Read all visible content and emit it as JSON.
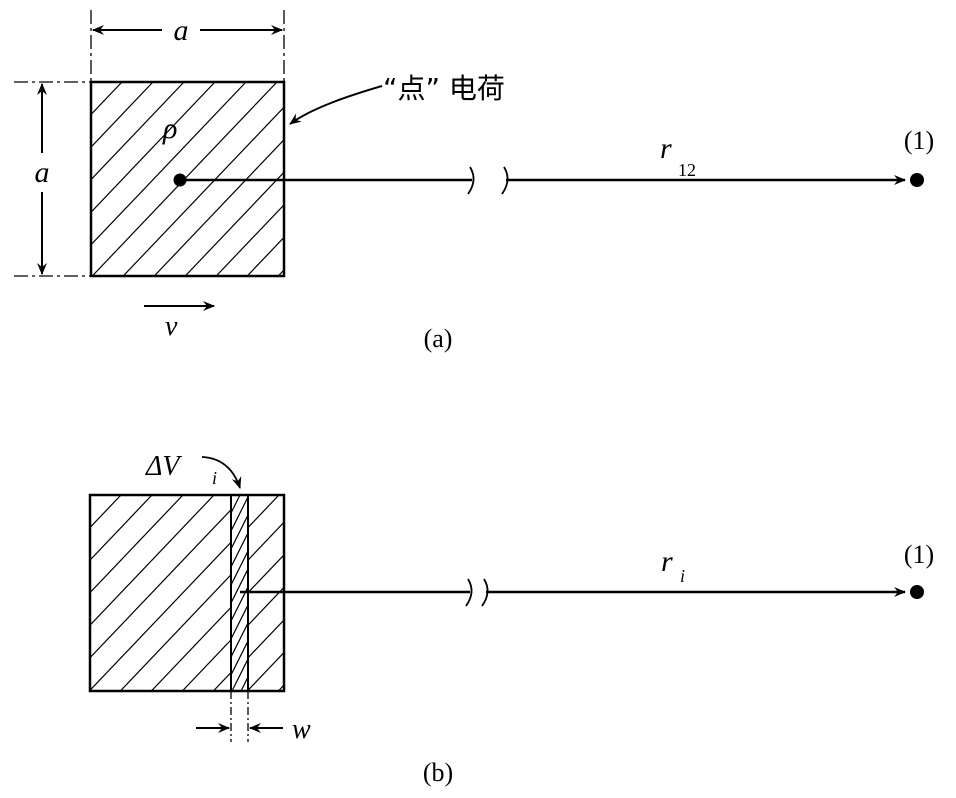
{
  "panel_a": {
    "width_label": "a",
    "height_label": "a",
    "density_label": "ρ",
    "point_charge_label": "“点” 电荷",
    "distance_label": "r",
    "distance_subscript": "12",
    "point_label": "(1)",
    "velocity_label": "v",
    "caption": "(a)"
  },
  "panel_b": {
    "volume_element_label": "ΔV",
    "volume_element_subscript": "i",
    "distance_label": "r",
    "distance_subscript": "i",
    "point_label": "(1)",
    "slab_width_label": "w",
    "caption": "(b)"
  }
}
